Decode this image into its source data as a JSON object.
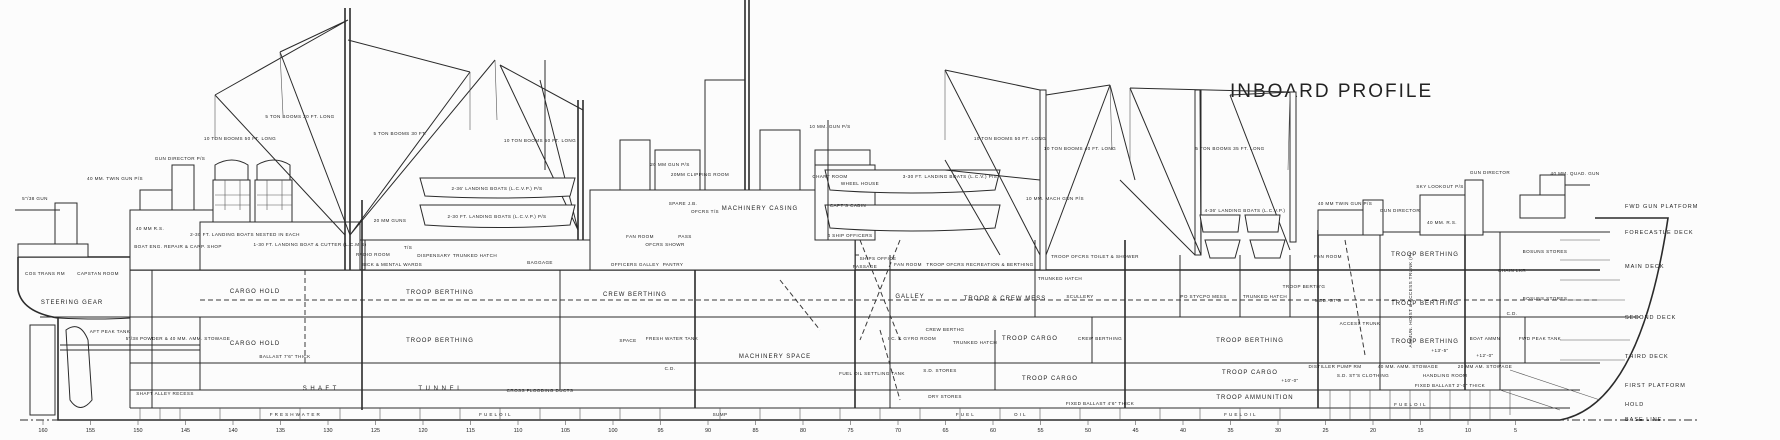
{
  "title": "INBOARD PROFILE",
  "decks": {
    "fwd_gun_platform": "FWD GUN PLATFORM",
    "forecastle": "FORECASTLE DECK",
    "main": "MAIN DECK",
    "second": "SECOND DECK",
    "third": "THIRD DECK",
    "first_platform": "FIRST PLATFORM",
    "hold": "HOLD",
    "base_line": "BASE LINE"
  },
  "frames": [
    "160",
    "155",
    "150",
    "145",
    "140",
    "135",
    "130",
    "125",
    "120",
    "115",
    "110",
    "105",
    "100",
    "95",
    "90",
    "85",
    "80",
    "75",
    "70",
    "65",
    "60",
    "55",
    "50",
    "45",
    "40",
    "35",
    "30",
    "25",
    "20",
    "15",
    "10",
    "5"
  ],
  "booms": {
    "b1": "10 TON BOOMS 50 FT. LONG",
    "b2": "5 TON BOOMS 30 FT. LONG",
    "b3": "5 TON BOOMS 30 FT.",
    "b4": "10 TON BOOMS 50 FT. LONG",
    "b5": "10 TON BOOMS 50 FT. LONG",
    "b6": "10 TON BOOMS 40 FT. LONG",
    "b7": "5 TON BOOMS 35 FT. LONG"
  },
  "labels": {
    "gun_aft": "5\"/38 GUN",
    "twin_aft": "40 MM. TWIN GUN P/S",
    "dir_aft": "GUN DIRECTOR P/S",
    "cos_trans": "COS TRANS RM",
    "capstan": "CAPSTAN ROOM",
    "steering": "STEERING GEAR",
    "aft_peak": "AFT PEAK TANK",
    "shaft_recess": "SHAFT ALLEY RECESS",
    "powder": "5\"/38 POWDER & 40 MM. AMM. STOWAGE",
    "rs_aft": "40 MM R.S.",
    "boat_shop": "BOAT ENG. REPAIR & CARP. SHOP",
    "lcm_1": "2-30 FT. LANDING BOATS NESTED IN EACH",
    "lcm_2": "1-30 FT. LANDING BOAT & CUTTER (L.C.M.S)",
    "cargo_hold_1": "CARGO HOLD",
    "cargo_hold_2": "CARGO HOLD",
    "ballast_aft": "BALLAST 7'6\" THICK",
    "shaft": "S H A F T",
    "tunnel": "T U N N E L",
    "fresh_water": "F R E S H   W A T E R",
    "fuel_oil_1": "F U E L   O I L",
    "guns_20": "20 MM GUNS",
    "radio": "RADIO ROOM",
    "sick": "SICK & MENTAL WARDS",
    "ts_1": "T/S",
    "dispensary": "DISPENSARY",
    "trunked_1": "TRUNKED HATCH",
    "troop_b1": "TROOP BERTHING",
    "troop_b2": "TROOP BERTHING",
    "lcvp_36": "2-36' LANDING BOATS (L.C.V.P.) P/S",
    "lcvp_30": "2-30 FT. LANDING BOATS (L.C.V.P.) P/S",
    "cross_flood": "CROSS FLOODING DUCTS",
    "baggage": "BAGGAGE",
    "gun20_ps": "20 MM GUN P/S",
    "clipping": "20MM CLIPPING ROOM",
    "spare_jb": "SPARE J.B.",
    "ofcrs_ts": "OFCRS T/S",
    "mach_casing": "MACHINERY CASING",
    "chart": "CHART ROOM",
    "wheel": "WHEEL HOUSE",
    "capt": "CAPT'S CABIN",
    "ship_ofcrs": "4 SHIP OFFICERS",
    "lcv_3": "3-30 FT. LANDING BOATS (L.C.V.) P/S",
    "fan_1": "FAN ROOM",
    "ofcrs_showr": "OFCRS SHOWR",
    "pass": "PASS",
    "ofcrs_galley": "OFFICERS GALLEY",
    "pantry": "PANTRY",
    "crew_berthing_1": "CREW   BERTHING",
    "space": "SPACE",
    "fw_tank": "FRESH WATER TANK",
    "cd_1": "C.D.",
    "mach_space": "MACHINERY SPACE",
    "passage": "PASSAGE",
    "ships_office": "SHIPS OFFICE",
    "fan_2": "FAN ROOM",
    "troop_rec": "TROOP OFCRS RECREATION & BERTHING",
    "trunked_2": "TRUNKED HATCH",
    "troop_toilet": "TROOP OFCRS TOILET & SHOWER",
    "galley": "GALLEY",
    "mess": "TROOP & CREW MESS",
    "scullery": "SCULLERY",
    "gyro": "I.C. & GYRO ROOM",
    "crew_berthg": "CREW BERTHG",
    "trunked_3": "TRUNKED HATCH",
    "troop_cargo_1": "TROOP CARGO",
    "crew_berthing_2": "CREW BERTHING",
    "settling": "FUEL OIL SETTLING TANK",
    "sd_stores": "S.D. STORES",
    "dry_stores": "DRY STORES",
    "troop_cargo_2": "TROOP   CARGO",
    "ballast_mid": "FIXED BALLAST 4'6\" THICK",
    "fuel_oil_2": "F U E L",
    "oil_2": "O I L",
    "sump": "SUMP",
    "gun10": "10 MM. GUN P/S",
    "mach_gun": "10 MM. MACH GUN P/S",
    "po_sty": "PO STY",
    "cpo_mess": "CPO MESS",
    "trunked_4": "TRUNKED HATCH",
    "troop_berthg": "TROOP BERTH'G",
    "med_sts": "MED. ST'S",
    "troop_b3": "TROOP BERTHING",
    "troop_cargo_3": "TROOP CARGO",
    "troop_ammo": "TROOP AMMUNITION",
    "fuel_oil_3": "F U E L   O I L",
    "fuel_oil_4": "F U E L   O I L",
    "lcvp_4": "4-36' LANDING BOATS (L.C.V.P.)",
    "fan_3": "FAN ROOM",
    "access_trunk": "ACCESS TRUNK",
    "troop_b4": "TROOP BERTHING",
    "troop_b5": "TROOP BERTHING",
    "troop_b6": "TROOP BERTHING",
    "ammo_hoist": "AMMUN. HOIST & ACCESS TRUNK (P)",
    "boat_ammn": "BOAT AMMN",
    "chain_lkr": "CHAIN LKR",
    "bosuns_1": "BOSUNS STORES",
    "bosuns_2": "BOSUNS STORES",
    "cd_2": "C.D.",
    "fwd_peak": "FWD PEAK TANK",
    "pump_rm": "DISTILLER PUMP RM",
    "sd_clothing": "S.D. ST'S CLOTHING",
    "amm_40": "40 MM. AMM. STOWAGE",
    "handling": "HANDLING ROOM",
    "amm_20": "20 MM AM. STOWAGE",
    "ballast_fwd": "FIXED BALLAST 2'-0\" THICK",
    "rs_fwd": "40 MM. R.S.",
    "dir_fwd_1": "GUN DIRECTOR",
    "sky": "SKY LOOKOUT P/S",
    "dir_fwd_2": "GUN DIRECTOR",
    "quad": "40 MM. QUAD. GUN",
    "twin_fwd": "40 MM TWIN GUN P/S",
    "dim_1": "+10'-0\"",
    "dim_2": "+13'-5\"",
    "dim_3": "+12'-0\""
  }
}
